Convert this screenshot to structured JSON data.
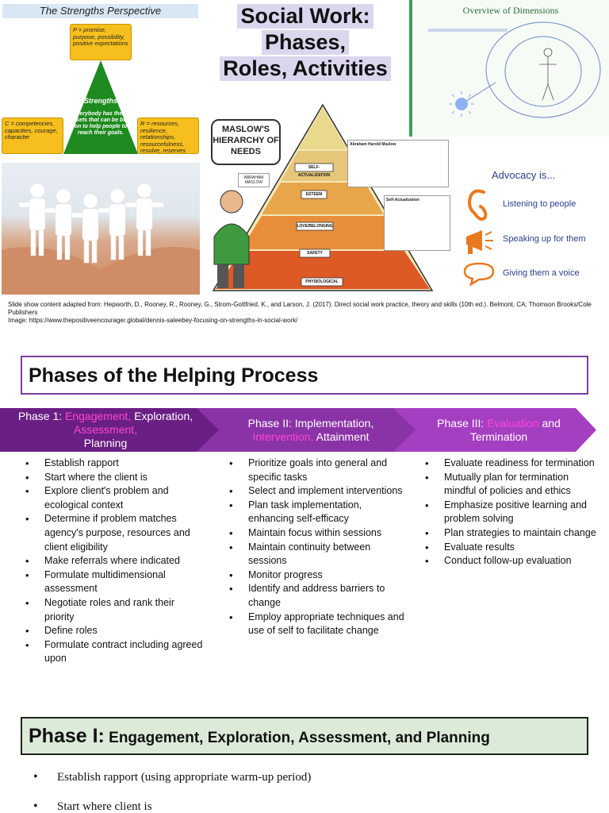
{
  "collage": {
    "strengths": {
      "title": "The Strengths Perspective",
      "p_box": "P = promise, purpose, possibility, positive expectations",
      "c_box": "C = competencies, capacities, courage, character",
      "r_box": "R = resources, resilience, relationships, resourcefulness, resolve, reserves",
      "triangle_label": "Strengths",
      "triangle_text": "Everybody has these assets that can be built on to help people to reach their goals."
    },
    "title_lines": [
      "Social Work:",
      "Phases,",
      "Roles, Activities"
    ],
    "dimensions_title": "Overview of Dimensions",
    "maslow": {
      "badge": "MASLOW'S HIERARCHY OF NEEDS",
      "levels": [
        "SELF-ACTUALIZATION",
        "ESTEEM",
        "LOVE/BELONGING",
        "SAFETY",
        "PHYSIOLOGICAL"
      ],
      "note_name": "Abraham Harold Maslow",
      "note_self": "Self-Actualization",
      "person_label": "ABRAHAM MASLOW"
    },
    "advocacy": {
      "title": "Advocacy is...",
      "items": [
        "Listening to people",
        "Speaking up for them",
        "Giving them a voice"
      ]
    }
  },
  "citation": {
    "line1": "Slide show content adapted from: Hepworth, D., Rooney, R., Rooney, G., Strom-Gottfried, K., and Larson, J. (2017). Direct social work practice, theory and skills (10th ed.). Belmont, CA; Thomson Brooks/Cole Publishers",
    "line2": "Image: https://www.thepositiveencourager.global/dennis-saleebey-focusing-on-strengths-in-social-work/"
  },
  "helping_process": {
    "title": "Phases of the Helping Process",
    "phase1": {
      "pre": "Phase 1: ",
      "hl1": "Engagement,",
      "mid": " Exploration, ",
      "hl2": "Assessment,",
      "post": " Planning"
    },
    "phase2": {
      "pre": "Phase II: Implementation, ",
      "hl": "Intervention,",
      "post": " Attainment"
    },
    "phase3": {
      "pre": "Phase III: ",
      "hl": "Evaluation",
      "post": " and Termination"
    },
    "list1": [
      "Establish rapport",
      "Start where the client is",
      "Explore client's problem and ecological context",
      "Determine if problem matches agency's purpose, resources and client eligibility",
      "Make referrals where indicated",
      "Formulate multidimensional assessment",
      "Negotiate roles and rank their priority",
      "Define roles",
      "Formulate contract including agreed upon"
    ],
    "list2": [
      "Prioritize goals into general and specific tasks",
      "Select and implement interventions",
      "Plan task implementation, enhancing self-efficacy",
      "Maintain focus within sessions",
      "Maintain continuity between sessions",
      "Monitor progress",
      "Identify and address barriers to change",
      "Employ appropriate techniques and use of self to facilitate change"
    ],
    "list3": [
      "Evaluate readiness for termination",
      "Mutually plan for termination mindful of policies and ethics",
      "Emphasize positive learning and problem solving",
      "Plan strategies to maintain change",
      "Evaluate results",
      "Conduct follow-up evaluation"
    ]
  },
  "phase_one": {
    "head": "Phase I:",
    "rest": " Engagement, Exploration, Assessment, and Planning",
    "items": [
      "Establish rapport (using appropriate warm-up period)",
      "Start where client is"
    ]
  },
  "colors": {
    "phase1": "#6a1f84",
    "phase2": "#8a33a6",
    "phase3": "#a43fc2",
    "highlight": "#ff44d6",
    "phase_one_bg": "#dcebd8"
  }
}
